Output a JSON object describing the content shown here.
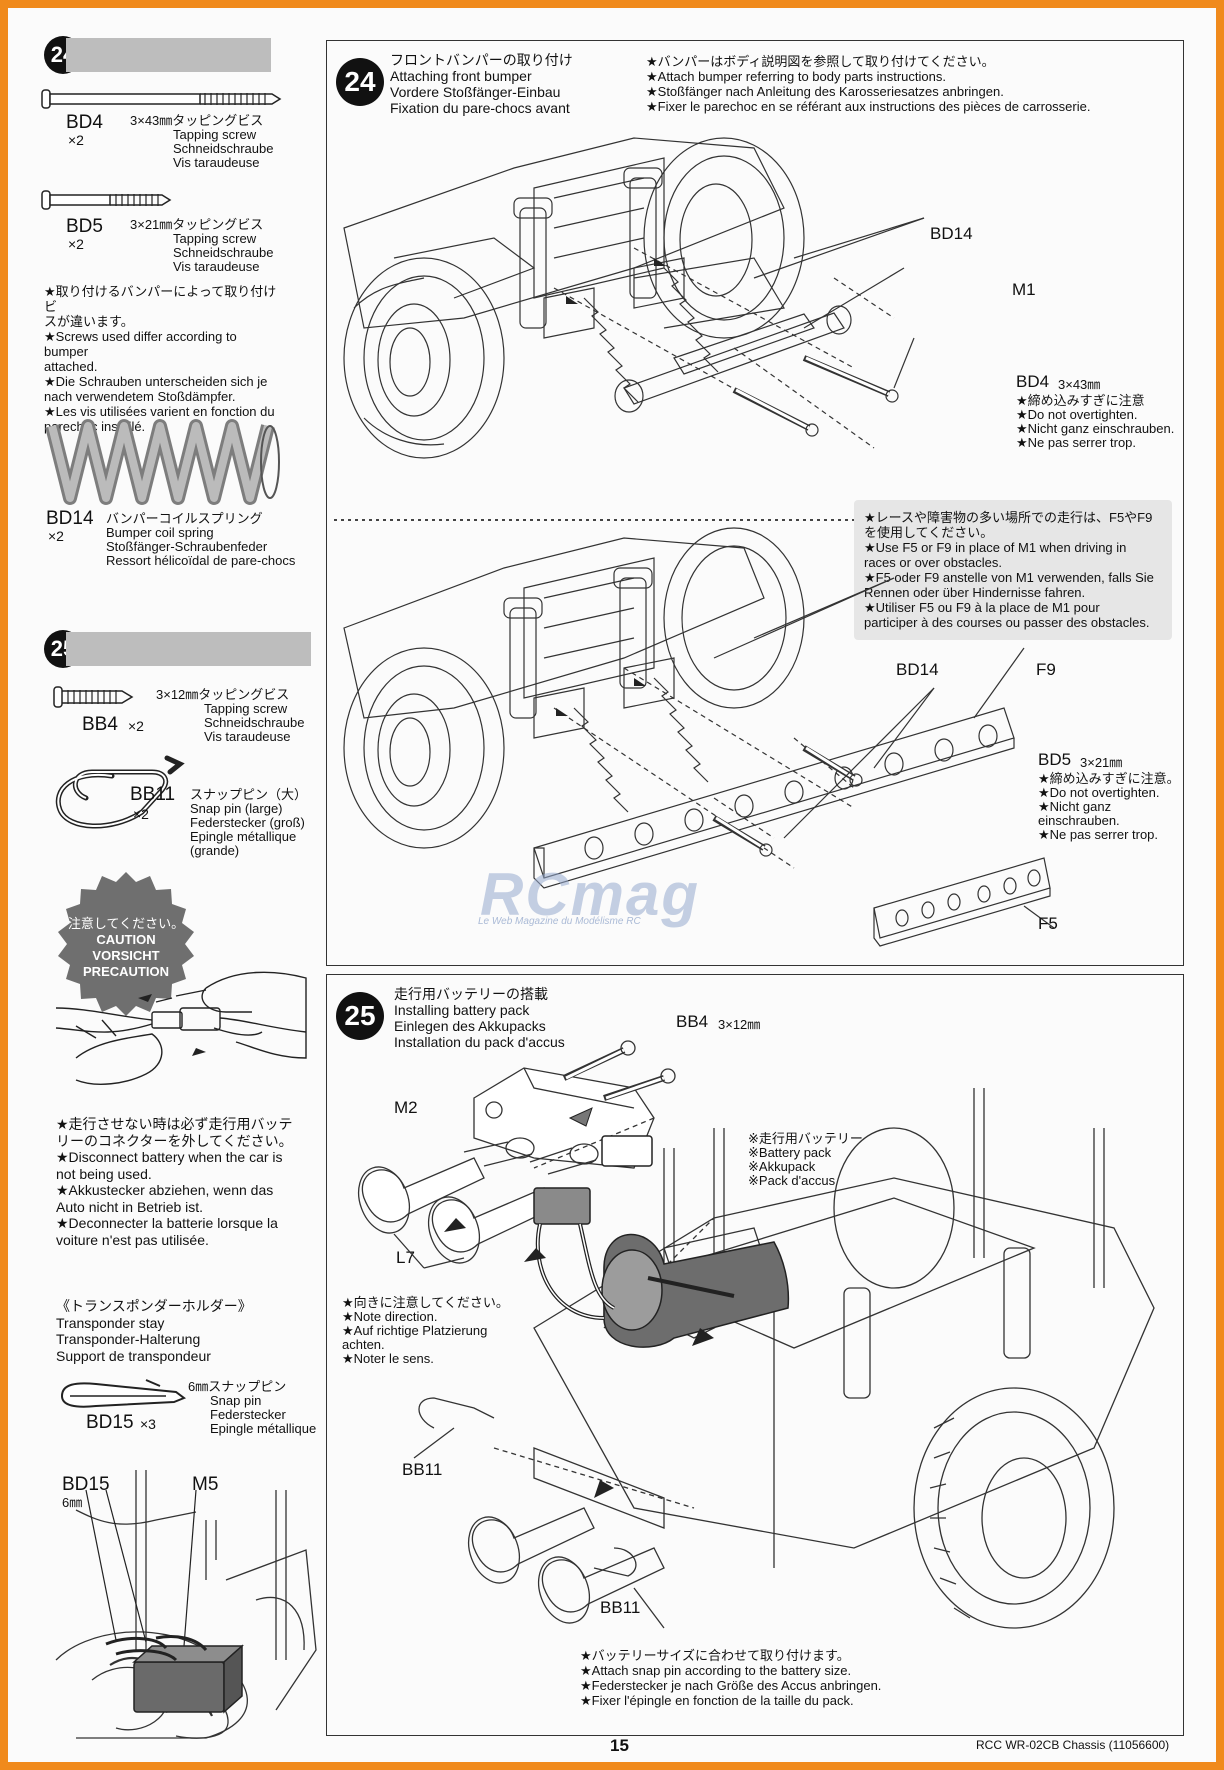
{
  "left": {
    "step24": {
      "number": "24",
      "parts": [
        {
          "code": "BD4",
          "qty": "×2",
          "size_jp": "3×43㎜タッピングビス",
          "en": "Tapping screw",
          "de": "Schneidschraube",
          "fr": "Vis taraudeuse"
        },
        {
          "code": "BD5",
          "qty": "×2",
          "size_jp": "3×21㎜タッピングビス",
          "en": "Tapping screw",
          "de": "Schneidschraube",
          "fr": "Vis taraudeuse"
        }
      ],
      "note": [
        "★取り付けるバンパーによって取り付けビ",
        "スが違います。",
        "★Screws used differ according to bumper",
        "attached.",
        "★Die Schrauben unterscheiden sich je",
        "nach verwendetem Stoßdämpfer.",
        "★Les vis utilisées varient en fonction du",
        "parechoc installé."
      ],
      "spring": {
        "code": "BD14",
        "qty": "×2",
        "jp": "バンパーコイルスプリング",
        "en": "Bumper coil spring",
        "de": "Stoßfänger-Schraubenfeder",
        "fr": "Ressort hélicoïdal de pare-chocs"
      }
    },
    "step25": {
      "number": "25",
      "screw": {
        "code": "BB4",
        "qty": "×2",
        "size_jp": "3×12㎜タッピングビス",
        "en": "Tapping screw",
        "de": "Schneidschraube",
        "fr": "Vis taraudeuse"
      },
      "pin": {
        "code": "BB11",
        "qty": "×2",
        "jp": "スナップピン（大）",
        "en": "Snap pin (large)",
        "de": "Federstecker (groß)",
        "fr1": "Epingle métallique",
        "fr2": "(grande)"
      }
    },
    "caution": {
      "jp": "注意してください。",
      "en": "CAUTION",
      "de": "VORSICHT",
      "fr": "PRECAUTION"
    },
    "caution_note": [
      "★走行させない時は必ず走行用バッテ",
      "リーのコネクターを外してください。",
      "★Disconnect battery when the car is",
      "not being used.",
      "★Akkustecker abziehen, wenn das",
      "Auto nicht in Betrieb ist.",
      "★Deconnecter la batterie lorsque la",
      "voiture n'est pas utilisée."
    ],
    "transponder": {
      "jp": "《トランスポンダーホルダー》",
      "en": "Transponder stay",
      "de": "Transponder-Halterung",
      "fr": "Support de transpondeur",
      "pin": {
        "code": "BD15",
        "qty": "×3",
        "jp": "6㎜スナップピン",
        "en": "Snap pin",
        "de": "Federstecker",
        "fr": "Epingle métallique"
      },
      "label_bd15": "BD15",
      "label_6mm": "6㎜",
      "label_m5": "M5"
    }
  },
  "panel24": {
    "number": "24",
    "title_jp": "フロントバンパーの取り付け",
    "title_en": "Attaching front bumper",
    "title_de": "Vordere Stoßfänger-Einbau",
    "title_fr": "Fixation du pare-chocs avant",
    "note": [
      "★バンパーはボディ説明図を参照して取り付けてください。",
      "★Attach bumper referring to body parts instructions.",
      "★Stoßfänger nach Anleitung des Karosseriesatzes anbringen.",
      "★Fixer le parechoc en se référant aux instructions des pièces de carrosserie."
    ],
    "label_bd14": "BD14",
    "label_m1": "M1",
    "label_bd4": "BD4",
    "bd4_size": "3×43㎜",
    "bd4_note": [
      "★締め込みすぎに注意",
      "★Do not overtighten.",
      "★Nicht ganz einschrauben.",
      "★Ne pas serrer trop."
    ],
    "option_note": [
      "★レースや障害物の多い場所での走行は、F5やF9",
      "を使用してください。",
      "★Use F5 or F9 in place of M1 when driving in",
      "races or over obstacles.",
      "★F5 oder F9 anstelle von M1 verwenden, falls Sie",
      "Rennen oder über Hindernisse fahren.",
      "★Utiliser F5 ou F9 à la place de M1 pour",
      "participer à des courses ou passer des obstacles."
    ],
    "label_bd14_b": "BD14",
    "label_f9": "F9",
    "label_bd5": "BD5",
    "bd5_size": "3×21㎜",
    "bd5_note": [
      "★締め込みすぎに注意。",
      "★Do not overtighten.",
      "★Nicht ganz",
      "einschrauben.",
      "★Ne pas serrer trop."
    ],
    "label_f5": "F5",
    "watermark": "RCmag",
    "watermark_sub": "Le Web Magazine du Modélisme RC"
  },
  "panel25": {
    "number": "25",
    "title_jp": "走行用バッテリーの搭載",
    "title_en": "Installing battery pack",
    "title_de": "Einlegen des Akkupacks",
    "title_fr": "Installation du pack d'accus",
    "label_bb4": "BB4",
    "bb4_size": "3×12㎜",
    "label_m2": "M2",
    "label_l7": "L7",
    "l7_note": [
      "★向きに注意してください。",
      "★Note direction.",
      "★Auf richtige Platzierung",
      "achten.",
      "★Noter le sens."
    ],
    "battery_label": [
      "※走行用バッテリー",
      "※Battery pack",
      "※Akkupack",
      "※Pack d'accus"
    ],
    "label_bb11": "BB11",
    "label_bb11_b": "BB11",
    "bottom_note": [
      "★バッテリーサイズに合わせて取り付けます。",
      "★Attach snap pin according to the battery size.",
      "★Federstecker je nach Größe des Accus anbringen.",
      "★Fixer l'épingle en fonction de la taille du pack."
    ]
  },
  "footer": {
    "page_number": "15",
    "doc_id": "RCC WR-02CB Chassis (11056600)"
  },
  "colors": {
    "frame": "#f08a1c",
    "grey_bar": "#bdbdbd"
  }
}
